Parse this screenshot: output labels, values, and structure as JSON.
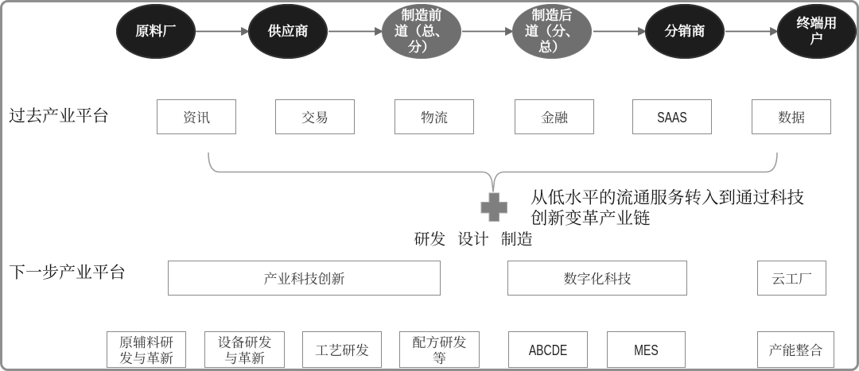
{
  "colors": {
    "dark_node_fill": "#1d1d1d",
    "gray_node_fill": "#6f6f6f",
    "node_text": "#ffffff",
    "arrow": "#6e6e6e",
    "box_border": "#8a8a8a",
    "frame_border": "#8f8f8f",
    "brace": "#9c9c9c",
    "plus_fill": "#7f7f7f",
    "body_text": "#1a1a1a"
  },
  "supply_chain": {
    "nodes": [
      {
        "label": "原料厂",
        "style": "dark"
      },
      {
        "label": "供应商",
        "style": "dark"
      },
      {
        "label": "制造前\n道（总、\n分）",
        "style": "gray"
      },
      {
        "label": "制造后\n道（分、\n总）",
        "style": "gray"
      },
      {
        "label": "分销商",
        "style": "dark"
      },
      {
        "label": "终端用\n户",
        "style": "dark"
      }
    ]
  },
  "past_platform": {
    "label": "过去产业平台",
    "boxes": [
      {
        "label": "资讯"
      },
      {
        "label": "交易"
      },
      {
        "label": "物流"
      },
      {
        "label": "金融"
      },
      {
        "label": "SAAS"
      },
      {
        "label": "数据"
      }
    ]
  },
  "transition": {
    "plus_icon": "plus",
    "description": "从低水平的流通服务转入到通过科技\n创新变革产业链",
    "sub_label": "研发 设计 制造"
  },
  "next_platform": {
    "label": "下一步产业平台",
    "boxes": [
      {
        "label": "产业科技创新"
      },
      {
        "label": "数字化科技"
      },
      {
        "label": "云工厂"
      }
    ]
  },
  "bottom_row": {
    "boxes": [
      {
        "label": "原辅料研\n发与革新"
      },
      {
        "label": "设备研发\n与革新"
      },
      {
        "label": "工艺研发"
      },
      {
        "label": "配方研发\n等"
      },
      {
        "label": "ABCDE"
      },
      {
        "label": "MES"
      },
      {
        "label": "产能整合"
      }
    ]
  }
}
